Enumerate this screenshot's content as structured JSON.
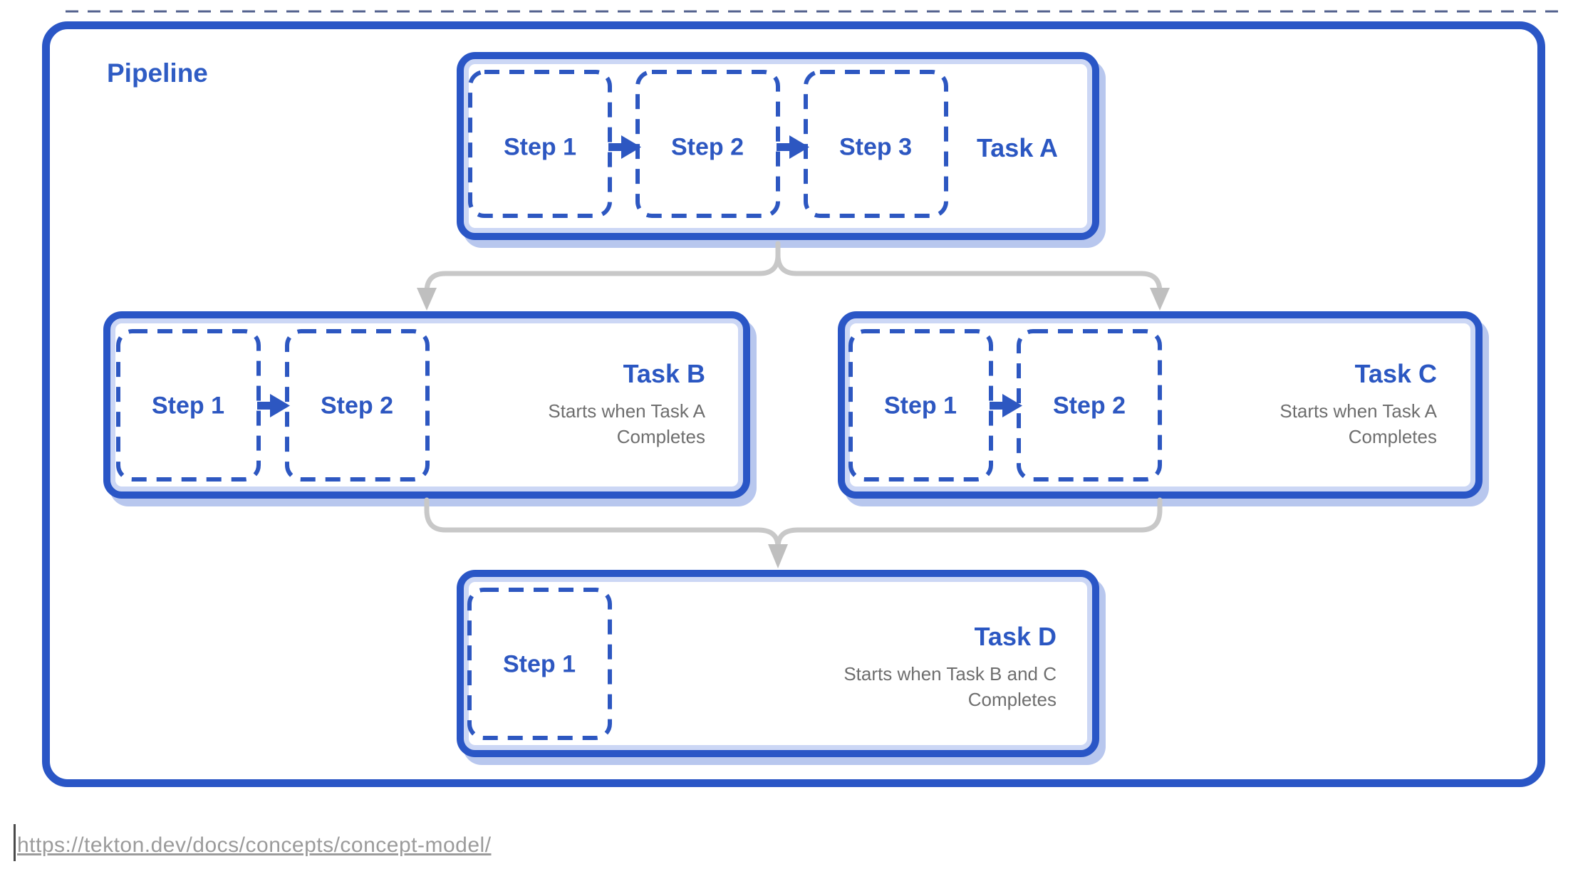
{
  "pipeline": {
    "label": "Pipeline",
    "tasks": [
      {
        "id": "A",
        "title": "Task A",
        "subtitle": "",
        "steps": [
          "Step 1",
          "Step 2",
          "Step 3"
        ]
      },
      {
        "id": "B",
        "title": "Task B",
        "subtitle": "Starts when Task A\nCompletes",
        "steps": [
          "Step 1",
          "Step 2"
        ]
      },
      {
        "id": "C",
        "title": "Task C",
        "subtitle": "Starts when Task A\nCompletes",
        "steps": [
          "Step 1",
          "Step 2"
        ]
      },
      {
        "id": "D",
        "title": "Task D",
        "subtitle": "Starts when Task B and C\nCompletes",
        "steps": [
          "Step 1"
        ]
      }
    ]
  },
  "footer": {
    "url": "https://tekton.dev/docs/concepts/concept-model/"
  },
  "colors": {
    "accent_blue": "#2a56c6",
    "inner_ring_blue": "#ccd7f5",
    "shadow_blue": "#b8c7ee",
    "subtitle_gray": "#6e6e6e",
    "connector_gray": "#c8c8c8",
    "url_gray": "#9b9b9b"
  }
}
